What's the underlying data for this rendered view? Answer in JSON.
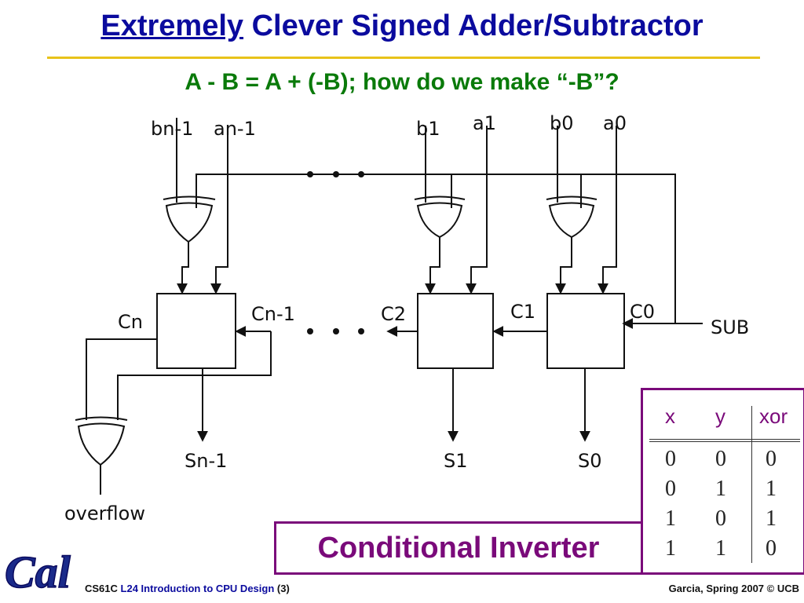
{
  "title": {
    "emphasis": "Extremely",
    "rest": "Clever Signed Adder/Subtractor"
  },
  "subtitle": "A - B = A + (-B); how do we make “-B”?",
  "diagram": {
    "inputs": [
      "bn-1",
      "an-1",
      "b1",
      "a1",
      "b0",
      "a0"
    ],
    "carries": [
      "Cn",
      "Cn-1",
      "C2",
      "C1",
      "C0"
    ],
    "sub_label": "SUB",
    "outputs": [
      "Sn-1",
      "S1",
      "S0"
    ],
    "overflow_label": "overflow",
    "ellipsis": "• • •"
  },
  "callout": "Conditional Inverter",
  "truth_table": {
    "headers": [
      "x",
      "y",
      "xor"
    ],
    "rows": [
      [
        "0",
        "0",
        "0"
      ],
      [
        "0",
        "1",
        "1"
      ],
      [
        "1",
        "0",
        "1"
      ],
      [
        "1",
        "1",
        "0"
      ]
    ]
  },
  "footer": {
    "course": "CS61C",
    "lecture": "L24 Introduction to CPU Design",
    "page": "(3)",
    "credit": "Garcia, Spring 2007 © UCB"
  },
  "logo_text": "Cal",
  "colors": {
    "title": "#0b0b9e",
    "subtitle": "#0a7a0a",
    "accent": "#7a0a7a",
    "rule": "#e8c21a"
  }
}
